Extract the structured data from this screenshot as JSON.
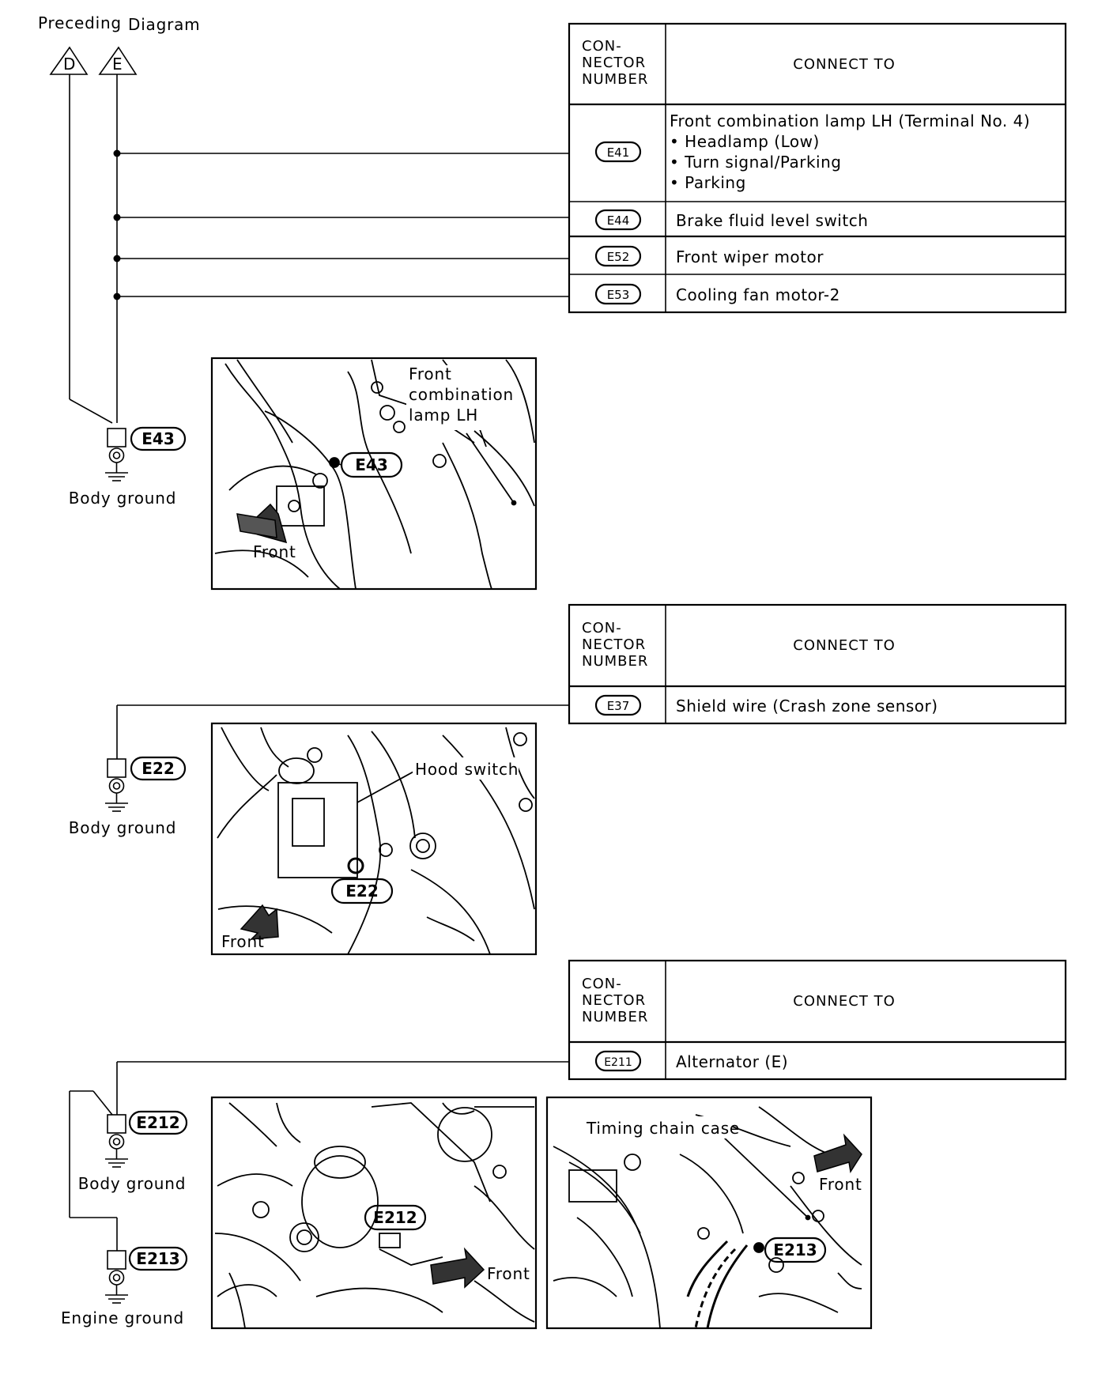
{
  "preceding_label": "Preceding",
  "diagram_label": "Diagram",
  "refs": [
    "D",
    "E"
  ],
  "table_header": {
    "number": [
      "CON-",
      "NECTOR",
      "NUMBER"
    ],
    "connect_to": "CONNECT TO"
  },
  "table1": [
    {
      "id": "E41",
      "lines": [
        "Front combination lamp LH (Terminal No. 4)",
        "• Headlamp (Low)",
        "• Turn signal/Parking",
        "• Parking"
      ]
    },
    {
      "id": "E44",
      "lines": [
        "Brake fluid level switch"
      ]
    },
    {
      "id": "E52",
      "lines": [
        "Front wiper motor"
      ]
    },
    {
      "id": "E53",
      "lines": [
        "Cooling fan motor-2"
      ]
    }
  ],
  "table2": [
    {
      "id": "E37",
      "lines": [
        "Shield wire (Crash zone sensor)"
      ]
    }
  ],
  "table3": [
    {
      "id": "E211",
      "lines": [
        "Alternator (E)"
      ]
    }
  ],
  "grounds": {
    "e43": {
      "id": "E43",
      "label": "Body ground"
    },
    "e22": {
      "id": "E22",
      "label": "Body ground"
    },
    "e212": {
      "id": "E212",
      "label": "Body ground"
    },
    "e213": {
      "id": "E213",
      "label": "Engine ground"
    }
  },
  "illustrations": {
    "e43": {
      "callout": "E43",
      "label": [
        "Front",
        "combination",
        "lamp LH"
      ],
      "front": "Front"
    },
    "e22": {
      "callout": "E22",
      "label": "Hood switch",
      "front": "Front"
    },
    "e212": {
      "callout": "E212",
      "front": "Front"
    },
    "e213": {
      "callout": "E213",
      "label": "Timing chain case",
      "front": "Front"
    }
  }
}
